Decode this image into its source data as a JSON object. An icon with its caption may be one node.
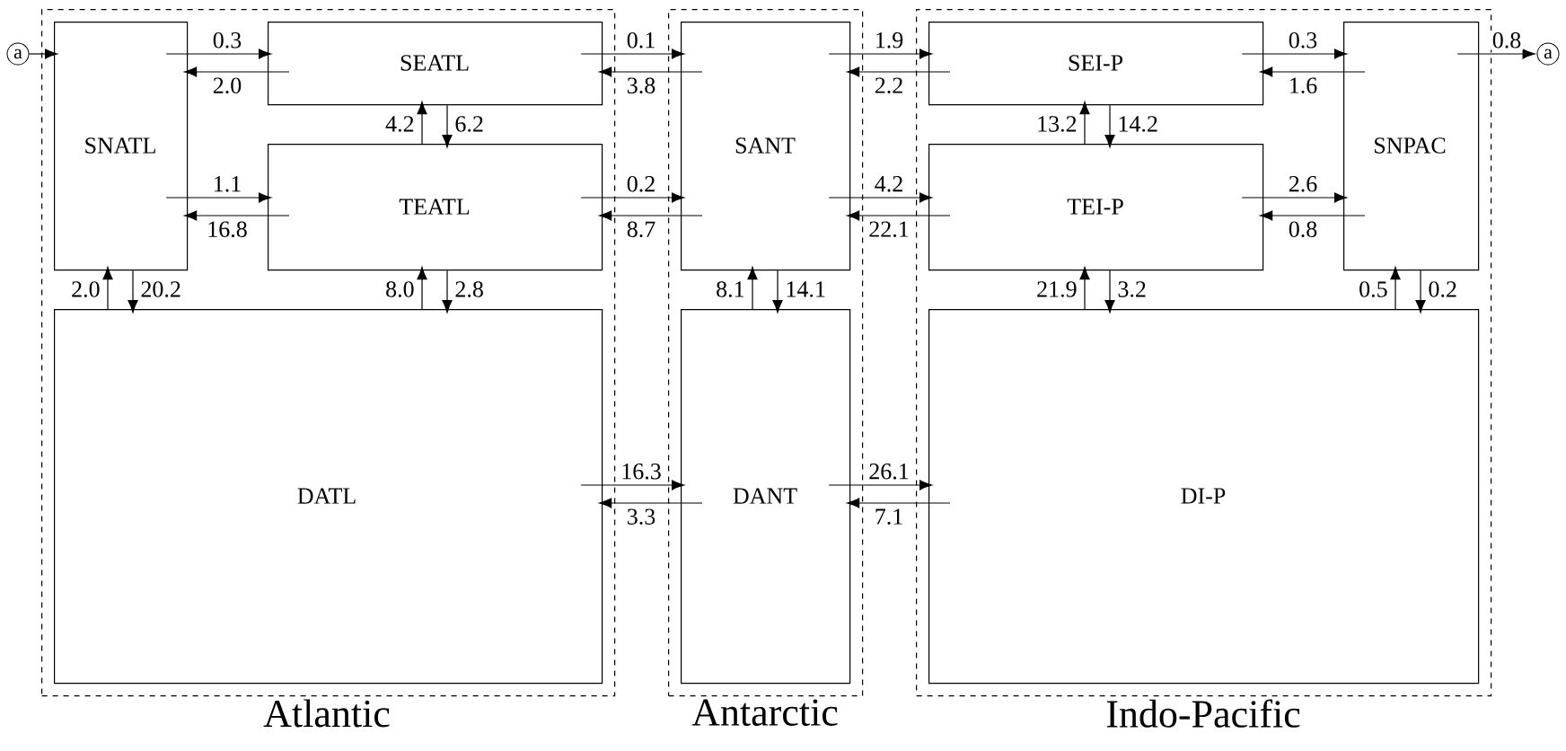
{
  "diagram": {
    "nodes": [
      {
        "text": [
          "Atlantic"
        ]
      },
      {
        "text": [
          "SNATL"
        ],
        "in": 0
      },
      {
        "text": [
          "SEATL"
        ],
        "in": 0
      },
      {
        "text": [
          "TEATL"
        ],
        "in": 0
      },
      {
        "text": [
          "DATL"
        ],
        "in": 0
      },
      {
        "text": [
          "Antarctic"
        ]
      },
      {
        "text": [
          "SANT"
        ],
        "in": 5
      },
      {
        "text": [
          "DANT"
        ],
        "in": 5
      },
      {
        "text": [
          "Indo-Pacific"
        ]
      },
      {
        "text": [
          "SEI-P"
        ],
        "in": 8
      },
      {
        "text": [
          "TEI-P"
        ],
        "in": 8
      },
      {
        "text": [
          "SNPAC"
        ],
        "in": 8
      },
      {
        "text": [
          "DI-P"
        ],
        "in": 8
      },
      {
        "text": [
          "a"
        ]
      },
      {
        "text": [
          "a"
        ]
      }
    ],
    "edges": [
      {
        "from": 13,
        "to": 1,
        "arrow": "to"
      },
      {
        "from": 1,
        "to": 2,
        "arrow": "to",
        "label": "0.3"
      },
      {
        "from": 2,
        "to": 1,
        "arrow": "to",
        "label": "2.0"
      },
      {
        "from": 2,
        "to": 6,
        "arrow": "to",
        "label": "0.1"
      },
      {
        "from": 6,
        "to": 2,
        "arrow": "to",
        "label": "3.8"
      },
      {
        "from": 6,
        "to": 9,
        "arrow": "to",
        "label": "1.9"
      },
      {
        "from": 9,
        "to": 6,
        "arrow": "to",
        "label": "2.2"
      },
      {
        "from": 9,
        "to": 11,
        "arrow": "to",
        "label": "0.3"
      },
      {
        "from": 11,
        "to": 9,
        "arrow": "to",
        "label": "1.6"
      },
      {
        "from": 11,
        "to": 14,
        "arrow": "to",
        "label": "0.8"
      },
      {
        "from": 3,
        "to": 2,
        "arrow": "to",
        "label": "4.2"
      },
      {
        "from": 2,
        "to": 3,
        "arrow": "to",
        "label": "6.2"
      },
      {
        "from": 10,
        "to": 9,
        "arrow": "to",
        "label": "13.2"
      },
      {
        "from": 9,
        "to": 10,
        "arrow": "to",
        "label": "14.2"
      },
      {
        "from": 1,
        "to": 3,
        "arrow": "to",
        "label": "1.1"
      },
      {
        "from": 3,
        "to": 1,
        "arrow": "to",
        "label": "16.8"
      },
      {
        "from": 3,
        "to": 6,
        "arrow": "to",
        "label": "0.2"
      },
      {
        "from": 6,
        "to": 3,
        "arrow": "to",
        "label": "8.7"
      },
      {
        "from": 6,
        "to": 10,
        "arrow": "to",
        "label": "4.2"
      },
      {
        "from": 10,
        "to": 6,
        "arrow": "to",
        "label": "22.1"
      },
      {
        "from": 10,
        "to": 11,
        "arrow": "to",
        "label": "2.6"
      },
      {
        "from": 11,
        "to": 10,
        "arrow": "to",
        "label": "0.8"
      },
      {
        "from": 4,
        "to": 1,
        "arrow": "to",
        "label": "2.0"
      },
      {
        "from": 1,
        "to": 4,
        "arrow": "to",
        "label": "20.2"
      },
      {
        "from": 4,
        "to": 3,
        "arrow": "to",
        "label": "8.0"
      },
      {
        "from": 3,
        "to": 4,
        "arrow": "to",
        "label": "2.8"
      },
      {
        "from": 7,
        "to": 6,
        "arrow": "to",
        "label": "8.1"
      },
      {
        "from": 6,
        "to": 7,
        "arrow": "to",
        "label": "14.1"
      },
      {
        "from": 12,
        "to": 10,
        "arrow": "to",
        "label": "21.9"
      },
      {
        "from": 10,
        "to": 12,
        "arrow": "to",
        "label": "3.2"
      },
      {
        "from": 12,
        "to": 11,
        "arrow": "to",
        "label": "0.5"
      },
      {
        "from": 11,
        "to": 12,
        "arrow": "to",
        "label": "0.2"
      },
      {
        "from": 4,
        "to": 7,
        "arrow": "to",
        "label": "16.3"
      },
      {
        "from": 7,
        "to": 4,
        "arrow": "to",
        "label": "3.3"
      },
      {
        "from": 7,
        "to": 12,
        "arrow": "to",
        "label": "26.1"
      },
      {
        "from": 12,
        "to": 7,
        "arrow": "to",
        "label": "7.1"
      }
    ]
  }
}
